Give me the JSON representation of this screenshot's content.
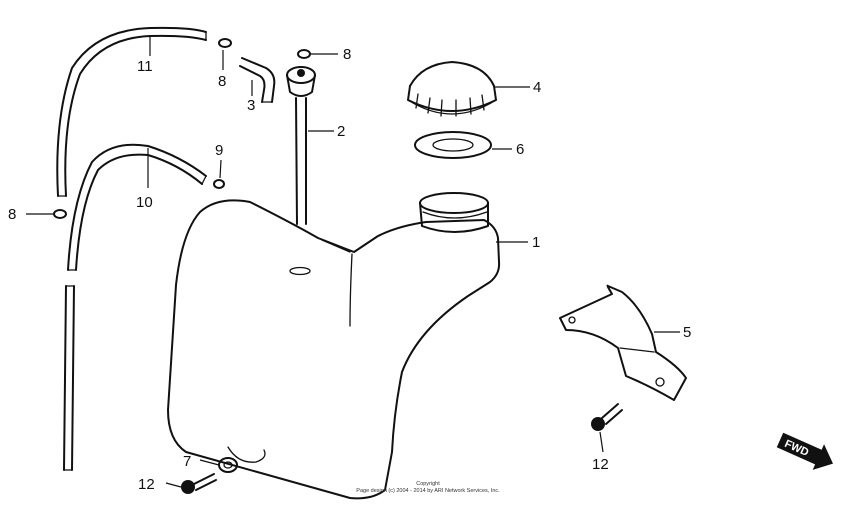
{
  "callouts": {
    "c1": "1",
    "c2": "2",
    "c3": "3",
    "c4": "4",
    "c5": "5",
    "c6": "6",
    "c7": "7",
    "c8a": "8",
    "c8b": "8",
    "c8c": "8",
    "c9": "9",
    "c10": "10",
    "c11": "11",
    "c12a": "12",
    "c12b": "12"
  },
  "copyright": {
    "line1": "Copyright",
    "line2": "Page design (c) 2004 - 2014 by ARI Network Services, Inc."
  },
  "fwd_marker": "FWD",
  "colors": {
    "ink": "#111111",
    "background": "#ffffff"
  }
}
